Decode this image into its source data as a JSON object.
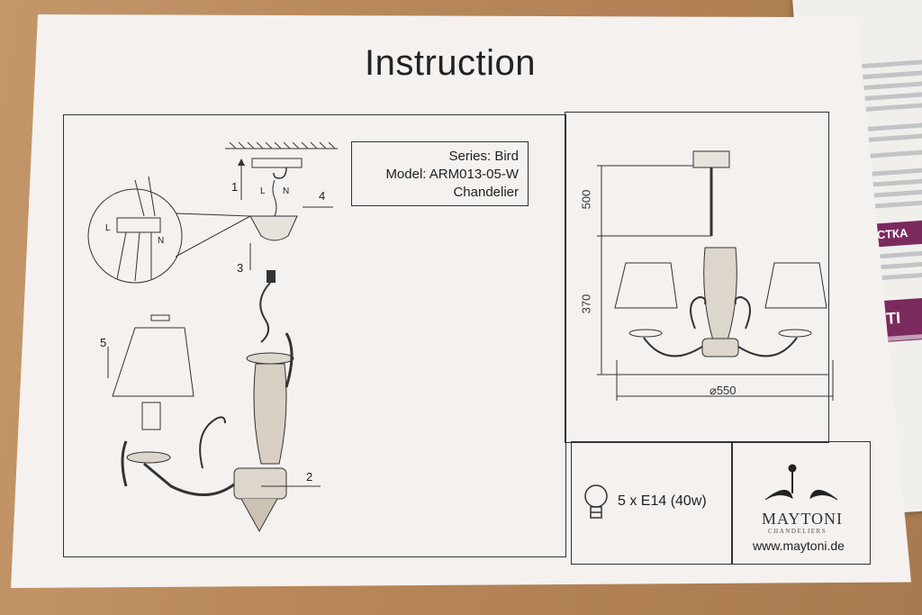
{
  "document": {
    "title": "Instruction",
    "model": {
      "series": "Series: Bird",
      "model": "Model: ARM013-05-W",
      "type": "Chandelier"
    },
    "steps": [
      "1",
      "2",
      "3",
      "4",
      "5"
    ],
    "wiring_labels": {
      "live": "L",
      "neutral": "N"
    },
    "dimensions": {
      "height_top": "500",
      "height_body": "370",
      "diameter": "⌀550"
    },
    "bulb_spec": "5 x E14 (40w)",
    "brand": {
      "name": "MAYTONI",
      "tagline": "CHANDELIERS",
      "website": "www.maytoni.de"
    }
  },
  "background_sheet": {
    "banner1": "ИСТКА",
    "banner2": "НТІ"
  }
}
